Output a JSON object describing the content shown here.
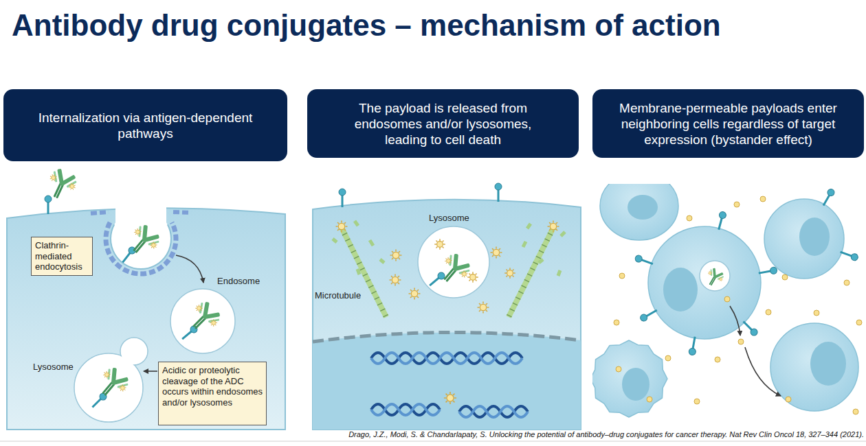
{
  "diagram": {
    "title": "Antibody drug conjugates – mechanism of action",
    "caption": "Drago, J.Z., Modi, S. & Chandarlapaty, S. Unlocking the potential of antibody–drug conjugates for cancer therapy. Nat Rev Clin Oncol 18, 327–344 (2021).",
    "nodes": [
      {
        "text": [
          "Internalization via antigen-dependent pathways"
        ]
      },
      {
        "text": [
          "The payload is released from endosomes and/or lysosomes, leading to cell death"
        ]
      },
      {
        "text": [
          "Membrane-permeable payloads enter neighboring cells regardless of target expression (bystander effect)"
        ]
      },
      {
        "text": [
          "Clathrin-mediated endocytosis"
        ]
      },
      {
        "text": [
          "Acidic or proteolytic cleavage of the ADC occurs within endosomes and/or lysosomes"
        ]
      }
    ],
    "labels": [
      "Endosome",
      "Lysosome",
      "Lysosome",
      "Microtubule"
    ]
  }
}
